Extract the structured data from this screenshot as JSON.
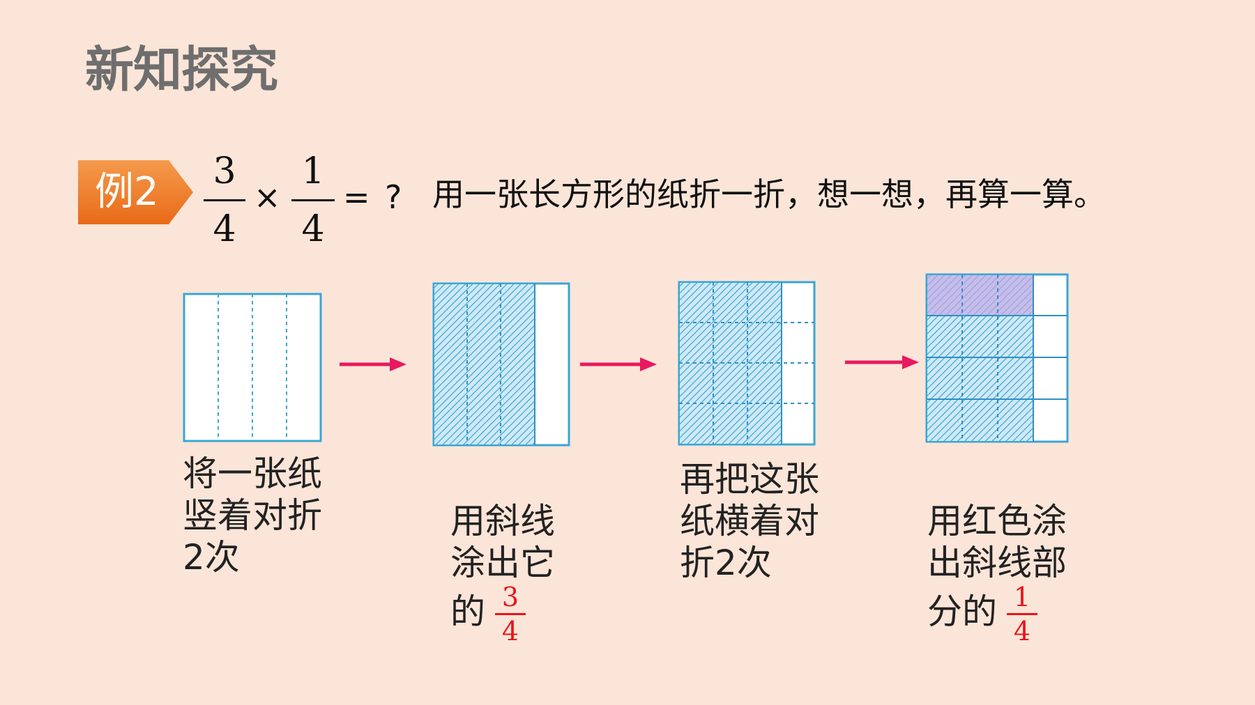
{
  "title": "新知探究",
  "example": {
    "badge": "例2",
    "fraction_a": {
      "num": "3",
      "den": "4"
    },
    "times": "×",
    "fraction_b": {
      "num": "1",
      "den": "4"
    },
    "equals": "=",
    "unknown": "?",
    "prompt": "用一张长方形的纸折一折，想一想，再算一算。"
  },
  "colors": {
    "background": "#fbe5d8",
    "badge": "#f07a2a",
    "paper_border": "#3aa6d6",
    "hatch": "#3aa6d6",
    "arrow": "#e8195f",
    "red_shade": "#c9b3e6",
    "red_text": "#e8141a"
  },
  "steps": [
    {
      "text": "将一张纸\n竖着对折\n2次"
    },
    {
      "text": "用斜线\n涂出它",
      "last": "的",
      "fraction": {
        "num": "3",
        "den": "4"
      }
    },
    {
      "text": "再把这张\n纸横着对\n折2次"
    },
    {
      "text": "用红色涂\n出斜线部",
      "last": "分的",
      "fraction": {
        "num": "1",
        "den": "4"
      }
    }
  ]
}
